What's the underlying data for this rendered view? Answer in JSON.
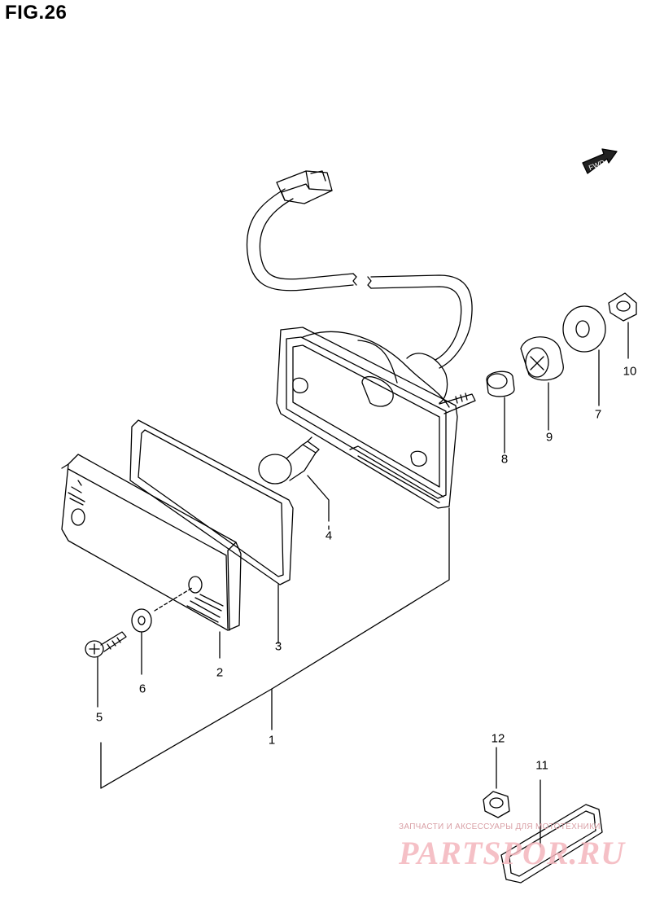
{
  "figure": {
    "title": "FIG.26"
  },
  "fwd_label": "FWD",
  "callouts": [
    {
      "id": "1",
      "label": "1"
    },
    {
      "id": "2",
      "label": "2"
    },
    {
      "id": "3",
      "label": "3"
    },
    {
      "id": "4",
      "label": "4"
    },
    {
      "id": "5",
      "label": "5"
    },
    {
      "id": "6",
      "label": "6"
    },
    {
      "id": "7",
      "label": "7"
    },
    {
      "id": "8",
      "label": "8"
    },
    {
      "id": "9",
      "label": "9"
    },
    {
      "id": "10",
      "label": "10"
    },
    {
      "id": "11",
      "label": "11"
    },
    {
      "id": "12",
      "label": "12"
    }
  ],
  "watermark": {
    "small": "ЗАПЧАСТИ И АКСЕССУАРЫ ДЛЯ МОТОТЕХНИКИ",
    "big": "PARTSPOR.RU"
  },
  "colors": {
    "line": "#000000",
    "background": "#ffffff",
    "watermark": "#f4b6bd"
  }
}
